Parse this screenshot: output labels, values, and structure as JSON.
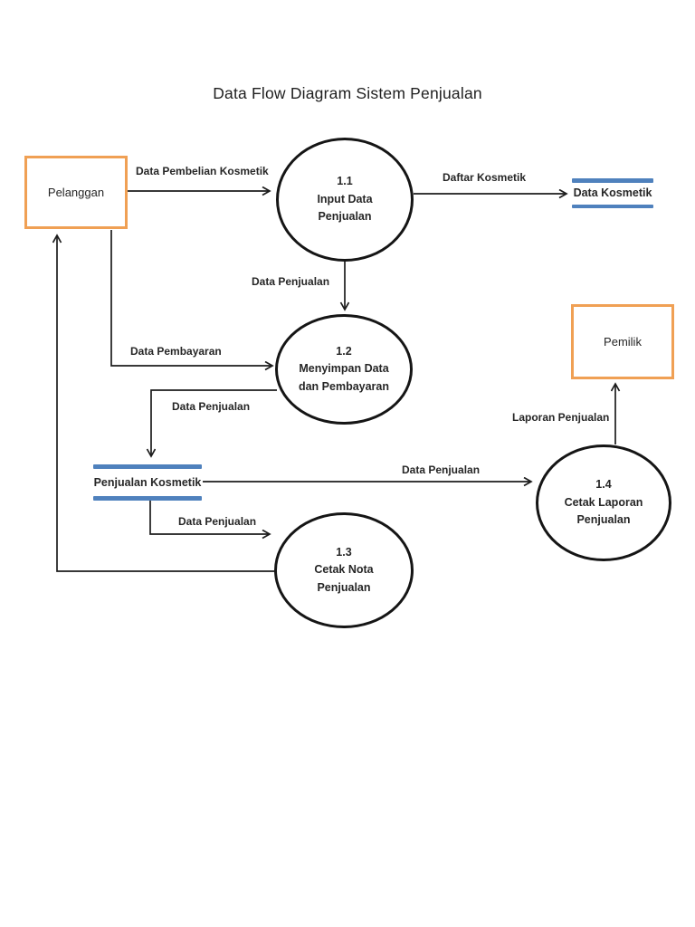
{
  "title": "Data Flow Diagram Sistem Penjualan",
  "colors": {
    "entity_border": "#f0a054",
    "datastore_bar": "#4f81bd",
    "connector": "#1c1c1c",
    "ink": "#262626"
  },
  "entities": [
    {
      "label": "Pelanggan"
    },
    {
      "label": "Pemilik"
    }
  ],
  "processes": [
    {
      "code": "1.1",
      "name": "Input Data Penjualan"
    },
    {
      "code": "1.2",
      "name": "Menyimpan Data dan Pembayaran"
    },
    {
      "code": "1.3",
      "name": "Cetak Nota Penjualan"
    },
    {
      "code": "1.4",
      "name": "Cetak Laporan Penjualan"
    }
  ],
  "datastores": [
    {
      "label": "Data Kosmetik"
    },
    {
      "label": "Penjualan Kosmetik"
    }
  ],
  "flows": [
    {
      "label": "Data Pembelian Kosmetik",
      "from": "Pelanggan",
      "to": "1.1 Input Data Penjualan"
    },
    {
      "label": "Daftar Kosmetik",
      "from": "1.1 Input Data Penjualan",
      "to": "Data Kosmetik"
    },
    {
      "label": "Data Penjualan",
      "from": "1.1 Input Data Penjualan",
      "to": "1.2 Menyimpan Data dan Pembayaran"
    },
    {
      "label": "Data Pembayaran",
      "from": "Pelanggan",
      "to": "1.2 Menyimpan Data dan Pembayaran"
    },
    {
      "label": "Data Penjualan",
      "from": "1.2 Menyimpan Data dan Pembayaran",
      "to": "Penjualan Kosmetik"
    },
    {
      "label": "Data Penjualan",
      "from": "Penjualan Kosmetik",
      "to": "1.4 Cetak Laporan Penjualan"
    },
    {
      "label": "Data Penjualan",
      "from": "Penjualan Kosmetik",
      "to": "1.3 Cetak Nota Penjualan"
    },
    {
      "label": "Laporan Penjualan",
      "from": "1.4 Cetak Laporan Penjualan",
      "to": "Pemilik"
    },
    {
      "label": "",
      "from": "1.3 Cetak Nota Penjualan",
      "to": "Pelanggan"
    }
  ]
}
